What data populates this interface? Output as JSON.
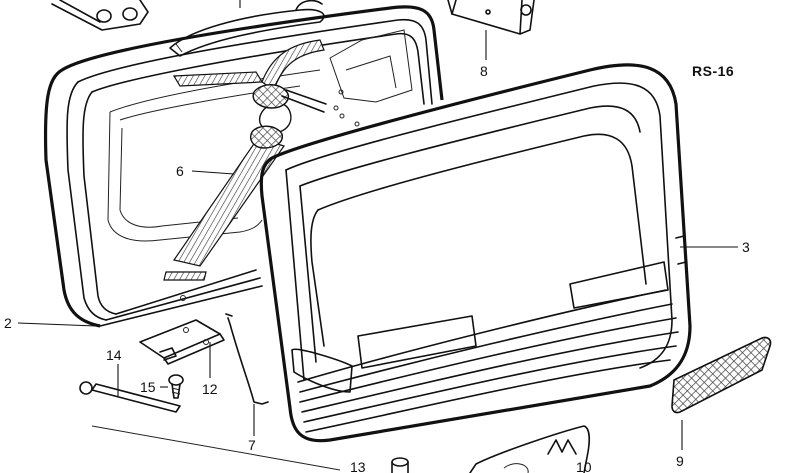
{
  "diagram_code": "RS-16",
  "callouts": [
    {
      "id": "2",
      "text": "2"
    },
    {
      "id": "3",
      "text": "3"
    },
    {
      "id": "6",
      "text": "6"
    },
    {
      "id": "7",
      "text": "7"
    },
    {
      "id": "8",
      "text": "8"
    },
    {
      "id": "9",
      "text": "9"
    },
    {
      "id": "10",
      "text": "10"
    },
    {
      "id": "12",
      "text": "12"
    },
    {
      "id": "13",
      "text": "13"
    },
    {
      "id": "14",
      "text": "14"
    },
    {
      "id": "15",
      "text": "15"
    }
  ]
}
